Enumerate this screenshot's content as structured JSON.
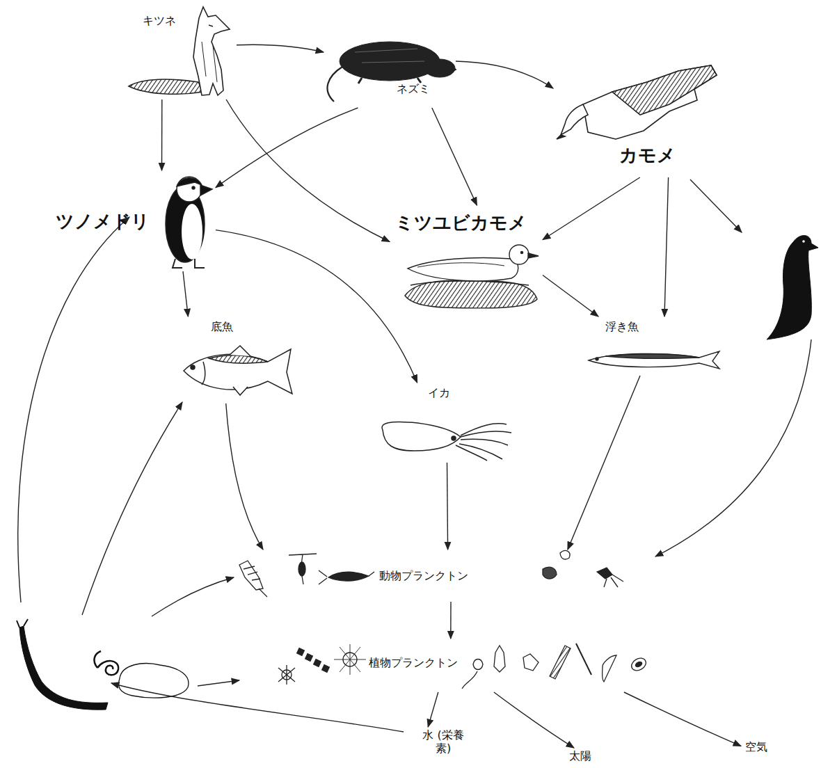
{
  "diagram": {
    "nodes": [
      {
        "text": [
          "キツネ"
        ]
      },
      {
        "text": [
          "ネズミ"
        ]
      },
      {
        "text": [
          "カモメ"
        ]
      },
      {
        "text": [
          "ツノメドリ"
        ]
      },
      {
        "text": [
          "ミツユビカモメ"
        ]
      },
      {
        "text": [
          "底魚"
        ]
      },
      {
        "text": [
          "浮き魚"
        ]
      },
      {
        "text": [
          "イカ"
        ]
      },
      {
        "text": [
          "動物プランクトン"
        ]
      },
      {
        "text": [
          "植物プランクトン"
        ]
      },
      {
        "text": [
          "水 (栄養素)"
        ]
      },
      {
        "text": [
          "太陽"
        ]
      },
      {
        "text": [
          "空気"
        ]
      }
    ],
    "edges": [
      {
        "from": 0,
        "to": 1,
        "arrow": "to"
      },
      {
        "from": 1,
        "to": 2,
        "arrow": "to"
      },
      {
        "from": 0,
        "to": 3,
        "arrow": "to"
      },
      {
        "from": 0,
        "to": 4,
        "arrow": "to"
      },
      {
        "from": 1,
        "to": 3,
        "arrow": "to"
      },
      {
        "from": 1,
        "to": 4,
        "arrow": "to"
      },
      {
        "from": 2,
        "to": 4,
        "arrow": "to"
      },
      {
        "from": 2,
        "to": 6,
        "arrow": "to"
      },
      {
        "from": 3,
        "to": 5,
        "arrow": "to"
      },
      {
        "from": 3,
        "to": 7,
        "arrow": "to"
      },
      {
        "from": 4,
        "to": 6,
        "arrow": "to"
      },
      {
        "from": 5,
        "to": 8,
        "arrow": "to"
      },
      {
        "from": 7,
        "to": 8,
        "arrow": "to"
      },
      {
        "from": 6,
        "to": 8,
        "arrow": "to"
      },
      {
        "from": 8,
        "to": 9,
        "arrow": "to"
      },
      {
        "from": 9,
        "to": 10,
        "arrow": "to"
      },
      {
        "from": 9,
        "to": 11,
        "arrow": "to"
      },
      {
        "from": 9,
        "to": 12,
        "arrow": "to"
      }
    ]
  }
}
